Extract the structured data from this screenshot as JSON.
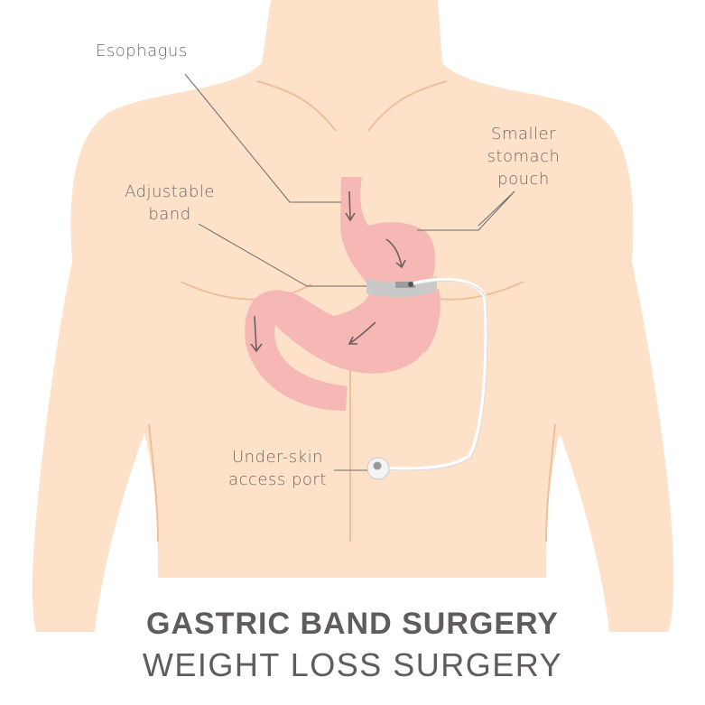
{
  "labels": {
    "esophagus": "Esophagus",
    "pouch": [
      "Smaller",
      "stomach",
      "pouch"
    ],
    "band": [
      "Adjustable",
      "band"
    ],
    "port": [
      "Under-skin",
      "access port"
    ]
  },
  "title": "GASTRIC BAND SURGERY",
  "subtitle": "WEIGHT LOSS SURGERY",
  "colors": {
    "skin": "#fde1c9",
    "skin_line": "#eebf9c",
    "stomach": "#f6b8b4",
    "band": "#c9c9c9",
    "text": "#6e6a68"
  }
}
